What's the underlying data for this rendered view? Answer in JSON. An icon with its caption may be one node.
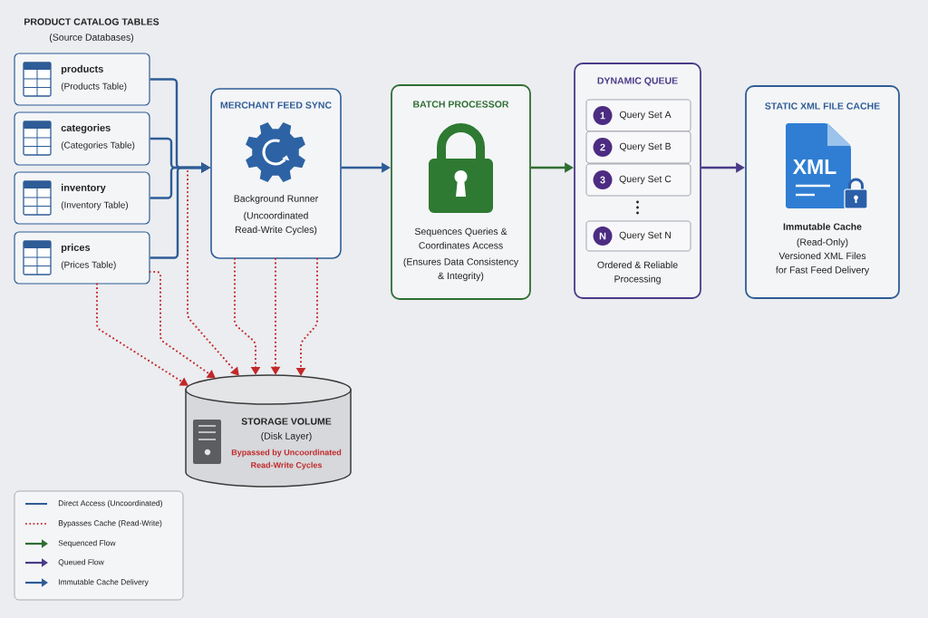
{
  "diagram": {
    "nodes": [
      {
        "text": [
          "products",
          "(Products Table)"
        ]
      },
      {
        "text": [
          "categories",
          "(Categories Table)"
        ]
      },
      {
        "text": [
          "inventory",
          "(Inventory Table)"
        ]
      },
      {
        "text": [
          "prices",
          "(Prices Table)"
        ]
      },
      {
        "text": [
          "MERCHANT FEED SYNC",
          "Background Runner",
          "(Uncoordinated Read-Write Cycles)"
        ]
      },
      {
        "text": [
          "BATCH PROCESSOR",
          "Sequences Queries & Coordinates Access",
          "(Ensures Data Consistency & Integrity)"
        ]
      },
      {
        "text": [
          "DYNAMIC QUEUE",
          "Ordered & Reliable Processing"
        ]
      },
      {
        "text": [
          "1",
          "Query Set A"
        ],
        "in": 6
      },
      {
        "text": [
          "2",
          "Query Set B"
        ],
        "in": 6
      },
      {
        "text": [
          "3",
          "Query Set C"
        ],
        "in": 6
      },
      {
        "text": [
          "N",
          "Query Set N"
        ],
        "in": 6
      },
      {
        "text": [
          "STATIC XML FILE CACHE",
          "XML",
          "Immutable Cache",
          "(Read-Only)",
          "Versioned XML Files for Fast Feed Delivery"
        ]
      },
      {
        "text": [
          "STORAGE VOLUME",
          "(Disk Layer)",
          "Bypassed by Uncoordinated Read-Write Cycles"
        ]
      }
    ],
    "edges": [
      {
        "from": 0,
        "to": 4,
        "arrow": "to",
        "color": "#2e5c96"
      },
      {
        "from": 1,
        "to": 4,
        "arrow": "to",
        "color": "#2e5c96"
      },
      {
        "from": 2,
        "to": 4,
        "arrow": "to",
        "color": "#2e5c96"
      },
      {
        "from": 3,
        "to": 4,
        "arrow": "to",
        "color": "#2e5c96"
      },
      {
        "from": 4,
        "to": 5,
        "arrow": "to",
        "color": "#2e5c96"
      },
      {
        "from": 5,
        "to": 6,
        "arrow": "to",
        "color": "#2f6e32"
      },
      {
        "from": 6,
        "to": 11,
        "arrow": "to",
        "color": "#4a3a88"
      },
      {
        "from": 3,
        "to": 12,
        "arrow": "to",
        "style": "dashed",
        "color": "#c2282b"
      },
      {
        "from": 3,
        "to": 12,
        "arrow": "to",
        "style": "dashed",
        "color": "#c2282b"
      },
      {
        "from": null,
        "to": 12,
        "arrow": "to",
        "style": "dashed",
        "color": "#c2282b"
      },
      {
        "from": 4,
        "to": 12,
        "arrow": "to",
        "style": "dashed",
        "color": "#c2282b"
      },
      {
        "from": 4,
        "to": 12,
        "arrow": "to",
        "style": "dashed",
        "color": "#c2282b"
      },
      {
        "from": 4,
        "to": 12,
        "arrow": "to",
        "style": "dashed",
        "color": "#c2282b"
      }
    ],
    "labels": [
      "PRODUCT CATALOG TABLES",
      "(Source Databases)"
    ],
    "legend": [
      {
        "text": "Direct Access (Uncoordinated)"
      },
      {
        "text": "Bypasses Cache (Read-Write)"
      },
      {
        "text": "Sequenced Flow"
      },
      {
        "text": "Queued Flow"
      },
      {
        "text": "Immutable Cache Delivery"
      }
    ]
  }
}
